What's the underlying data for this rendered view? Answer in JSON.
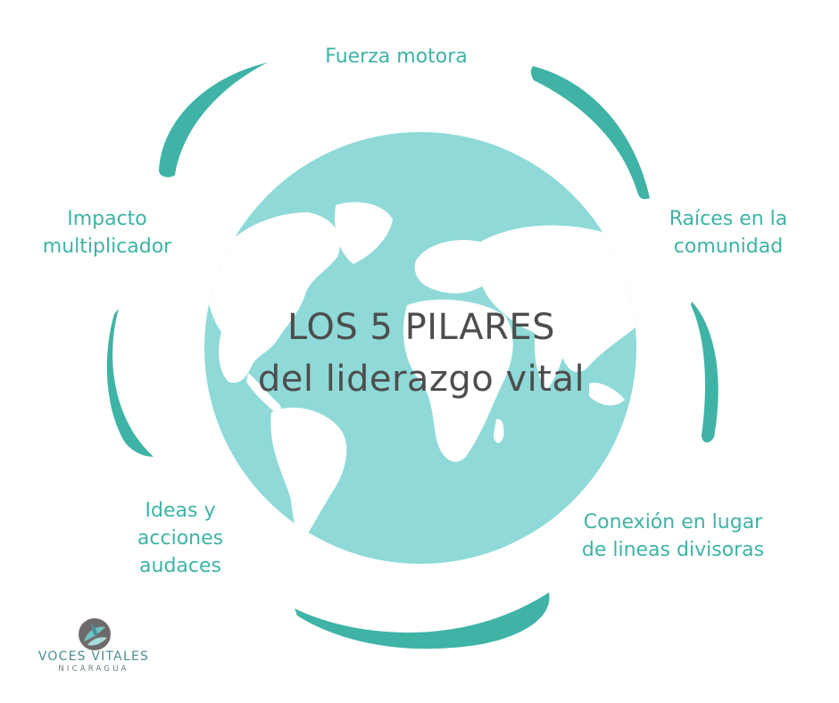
{
  "center": {
    "line1": "LOS 5 PILARES",
    "line2": "del liderazgo vital"
  },
  "pillars": [
    {
      "lines": [
        "Fuerza motora"
      ]
    },
    {
      "lines": [
        "Raíces en la",
        "comunidad"
      ]
    },
    {
      "lines": [
        "Conexión en lugar",
        "de lineas divisoras"
      ]
    },
    {
      "lines": [
        "Ideas y",
        "acciones",
        "audaces"
      ]
    },
    {
      "lines": [
        "Impacto",
        "multiplicador"
      ]
    }
  ],
  "logo": {
    "name": "VOCES VITALES",
    "country": "NICARAGUA"
  },
  "colors": {
    "globe": "#8fdad8",
    "land": "#ffffff",
    "stroke": "#3eb3a6",
    "text_accent": "#3eb3a6",
    "title": "#4d4d4d"
  }
}
